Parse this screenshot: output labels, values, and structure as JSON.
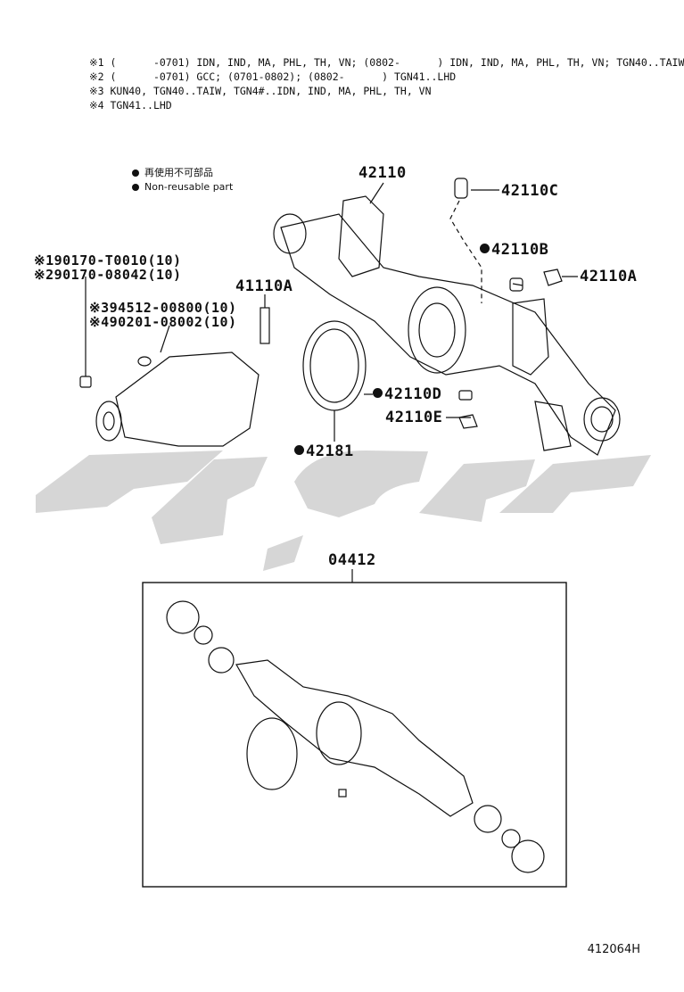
{
  "notes": [
    "※1 (      -0701) IDN, IND, MA, PHL, TH, VN; (0802-      ) IDN, IND, MA, PHL, TH, VN; TGN40..TAIW",
    "※2 (      -0701) GCC; (0701-0802); (0802-      ) TGN41..LHD",
    "※3 KUN40, TGN40..TAIW, TGN4#..IDN, IND, MA, PHL, TH, VN",
    "※4 TGN41..LHD"
  ],
  "legend": {
    "jp": "再使用不可部品",
    "en": "Non-reusable part"
  },
  "callouts": {
    "c42110": "42110",
    "c42110C": "42110C",
    "c42110B": "42110B",
    "c42110A": "42110A",
    "c41110A": "41110A",
    "c42110D": "42110D",
    "c42110E": "42110E",
    "c42181": "42181",
    "c04412": "04412",
    "bolt1": "※190170-T0010(10)",
    "bolt2": "※290170-08042(10)",
    "bolt3": "※394512-00800(10)",
    "bolt4": "※490201-08002(10)"
  },
  "diagram_id": "412064H",
  "watermark_color": "#cfcfcf"
}
